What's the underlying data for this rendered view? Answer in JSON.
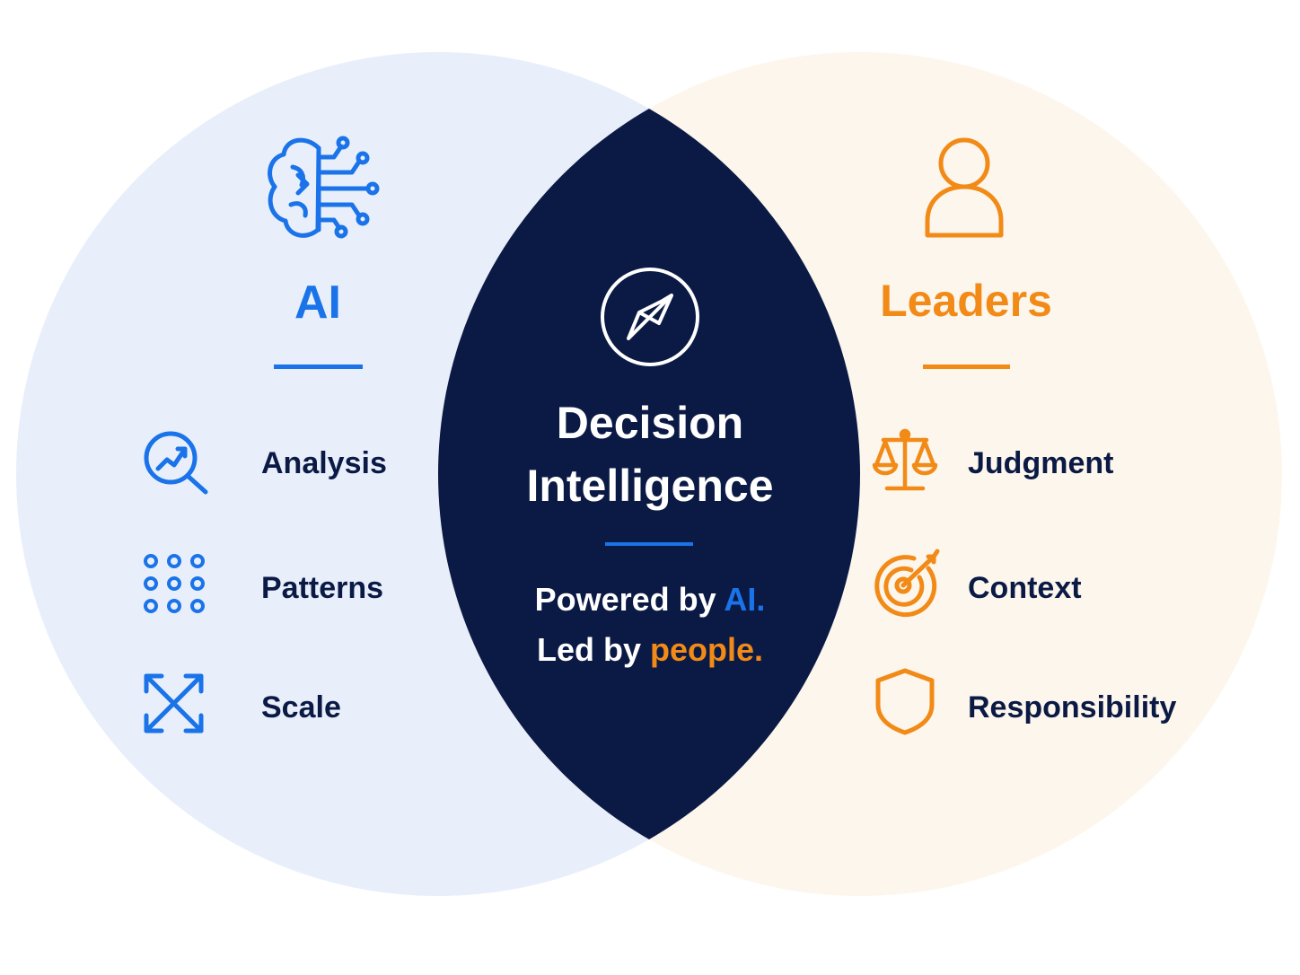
{
  "colors": {
    "ai_fill": "#e8effb",
    "leaders_fill": "#fdf6ec",
    "center_fill": "#0b1a45",
    "blue": "#1a73e8",
    "orange": "#f28a17",
    "navy_text": "#0b1a45",
    "white": "#ffffff"
  },
  "left": {
    "title": "AI",
    "icon": "brain-circuit-icon",
    "items": [
      {
        "label": "Analysis",
        "icon": "magnifier-chart-icon"
      },
      {
        "label": "Patterns",
        "icon": "dot-grid-icon"
      },
      {
        "label": "Scale",
        "icon": "expand-arrows-icon"
      }
    ]
  },
  "right": {
    "title": "Leaders",
    "icon": "person-icon",
    "items": [
      {
        "label": "Judgment",
        "icon": "scales-icon"
      },
      {
        "label": "Context",
        "icon": "target-icon"
      },
      {
        "label": "Responsibility",
        "icon": "shield-icon"
      }
    ]
  },
  "center": {
    "icon": "compass-icon",
    "title_line1": "Decision",
    "title_line2": "Intelligence",
    "tagline1_prefix": "Powered by ",
    "tagline1_highlight": "AI.",
    "tagline2_prefix": "Led by ",
    "tagline2_highlight": "people."
  }
}
